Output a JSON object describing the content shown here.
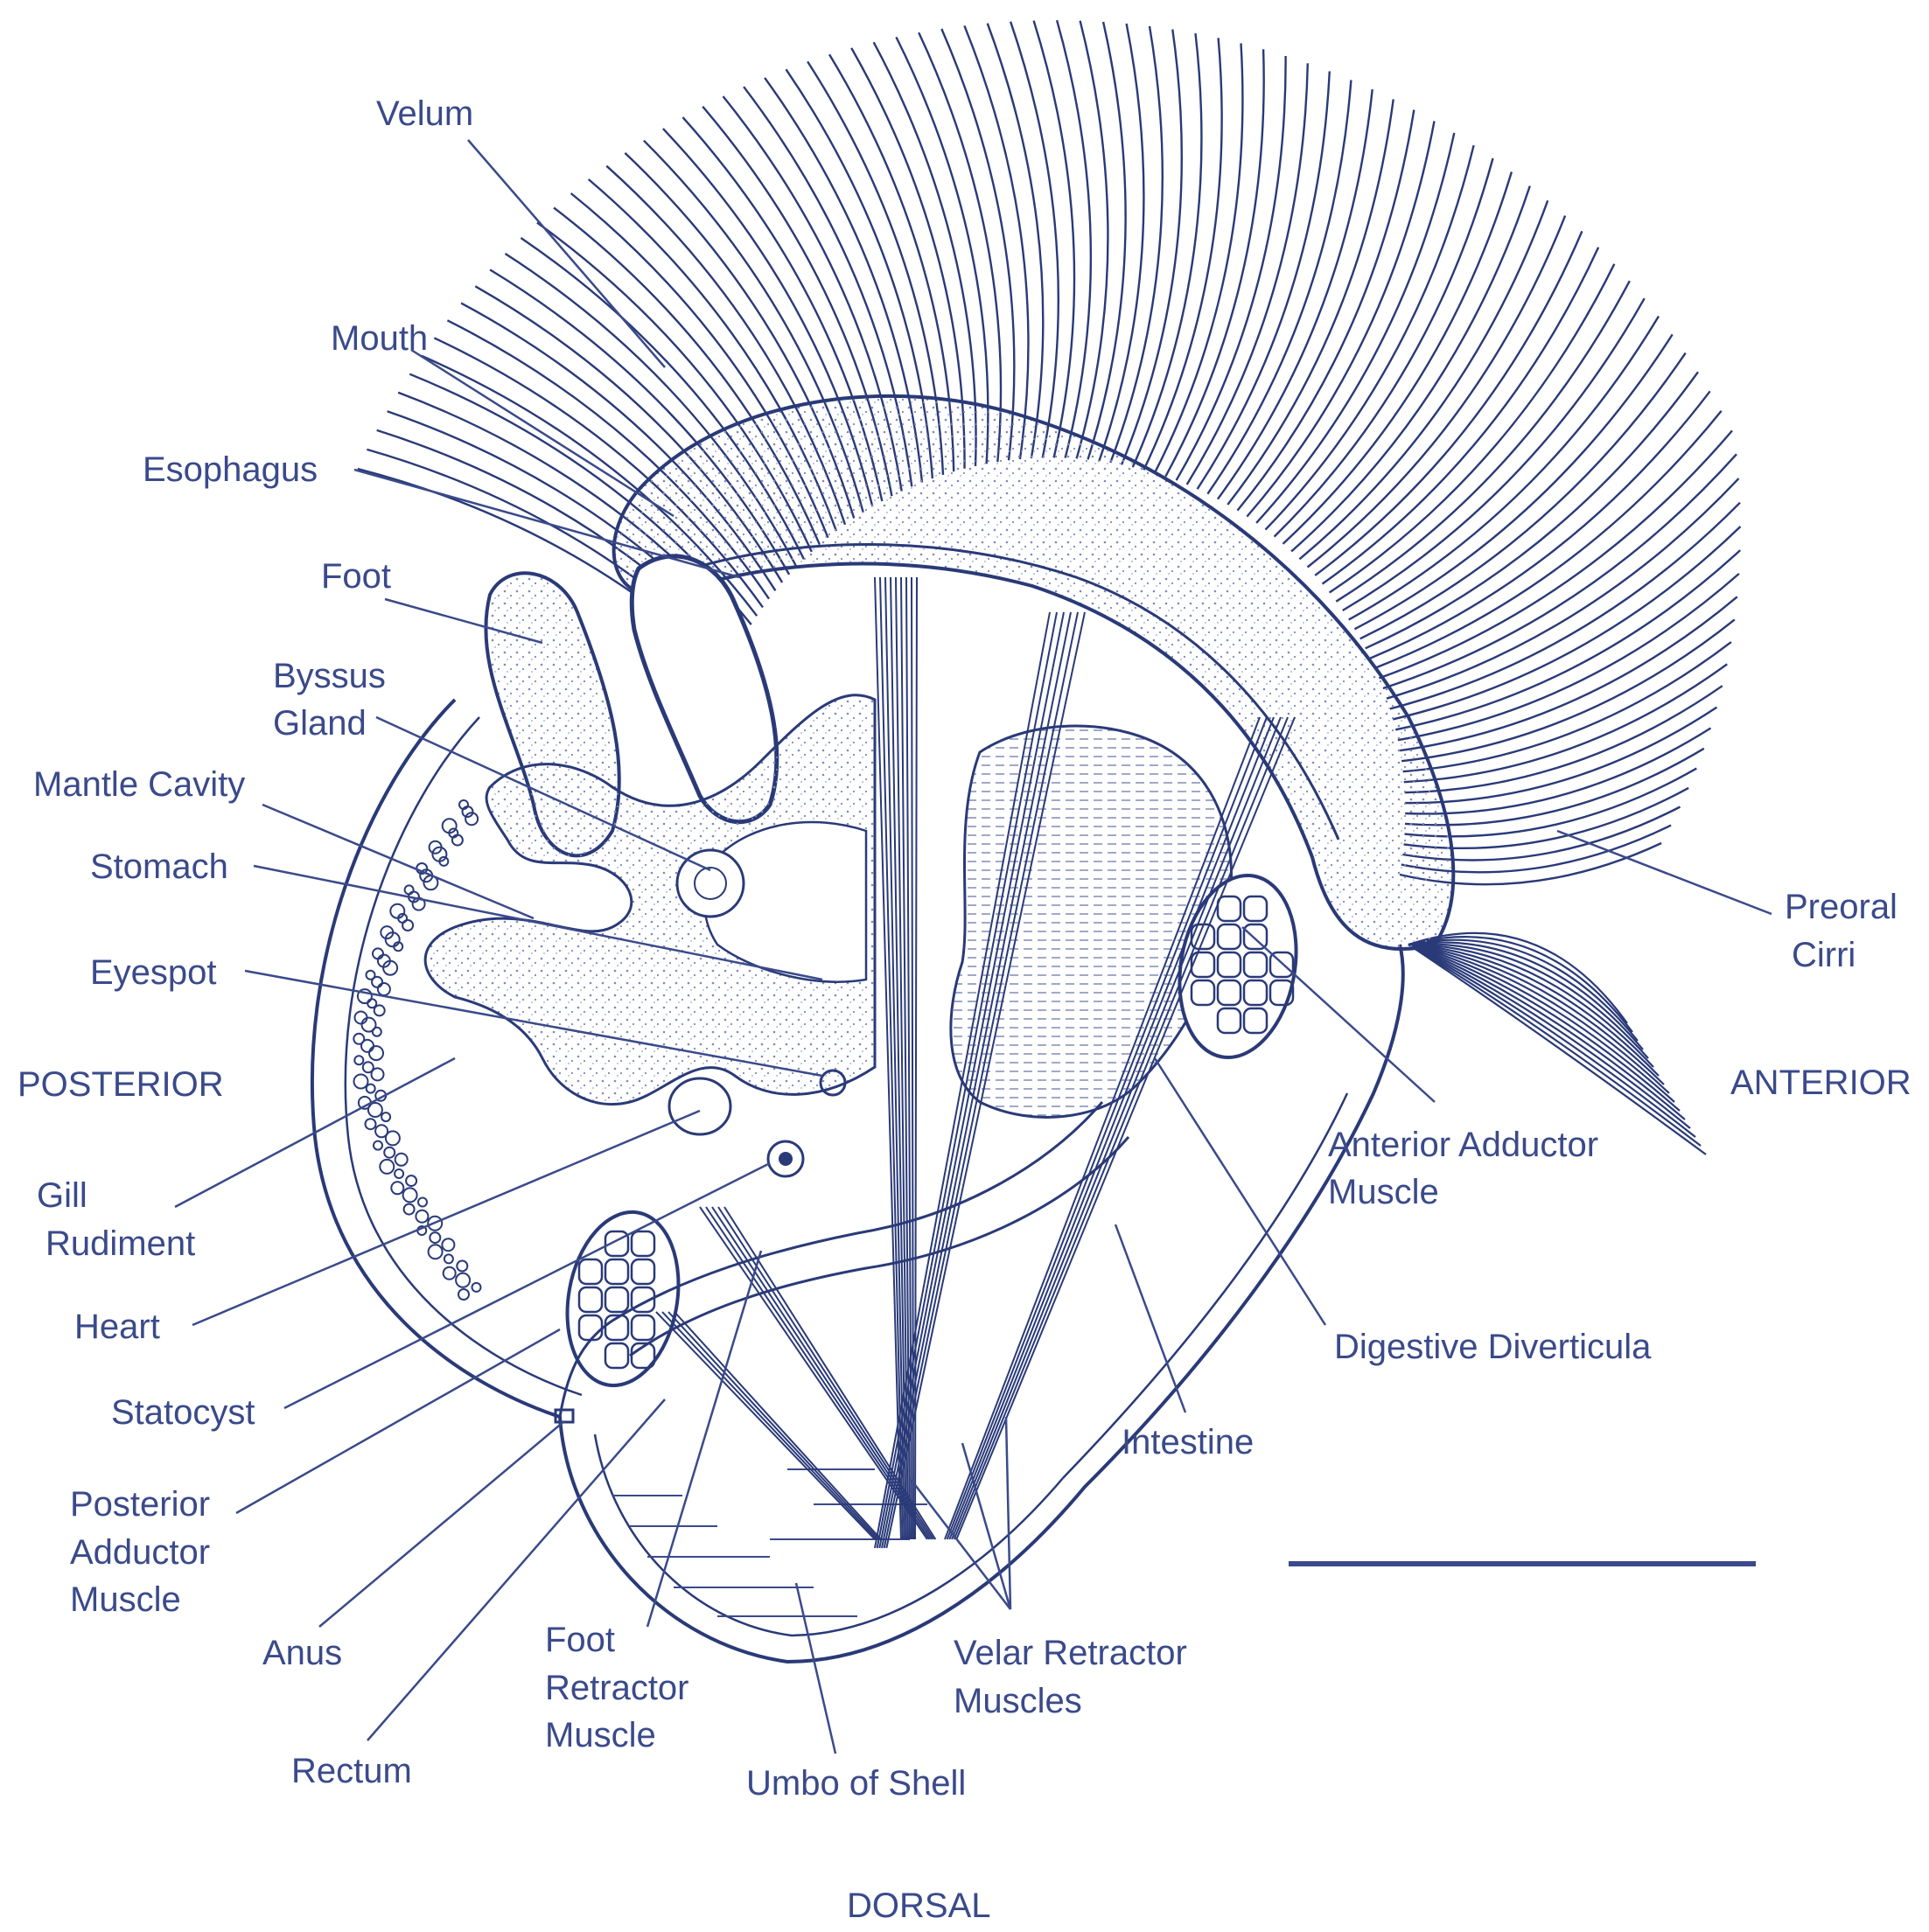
{
  "labels": {
    "velum": "Velum",
    "mouth": "Mouth",
    "esophagus": "Esophagus",
    "foot": "Foot",
    "byssus_gland_1": "Byssus",
    "byssus_gland_2": "Gland",
    "mantle_cavity": "Mantle Cavity",
    "stomach": "Stomach",
    "eyespot": "Eyespot",
    "posterior": "POSTERIOR",
    "anterior": "ANTERIOR",
    "dorsal": "DORSAL",
    "gill_rudiment_1": "Gill",
    "gill_rudiment_2": "Rudiment",
    "heart": "Heart",
    "statocyst": "Statocyst",
    "posterior_adductor_1": "Posterior",
    "posterior_adductor_2": "Adductor",
    "posterior_adductor_3": "Muscle",
    "anus": "Anus",
    "rectum": "Rectum",
    "foot_retractor_1": "Foot",
    "foot_retractor_2": "Retractor",
    "foot_retractor_3": "Muscle",
    "umbo": "Umbo of Shell",
    "velar_retractor_1": "Velar Retractor",
    "velar_retractor_2": "Muscles",
    "intestine": "Intestine",
    "digestive_diverticula": "Digestive  Diverticula",
    "anterior_adductor_1": "Anterior Adductor",
    "anterior_adductor_2": "Muscle",
    "preoral_cirri_1": "Preoral",
    "preoral_cirri_2": "Cirri"
  },
  "colors": {
    "ink": "#2a3a78",
    "label": "#3a4a8a",
    "stipple": "#7f8ab8",
    "background": "#ffffff"
  }
}
